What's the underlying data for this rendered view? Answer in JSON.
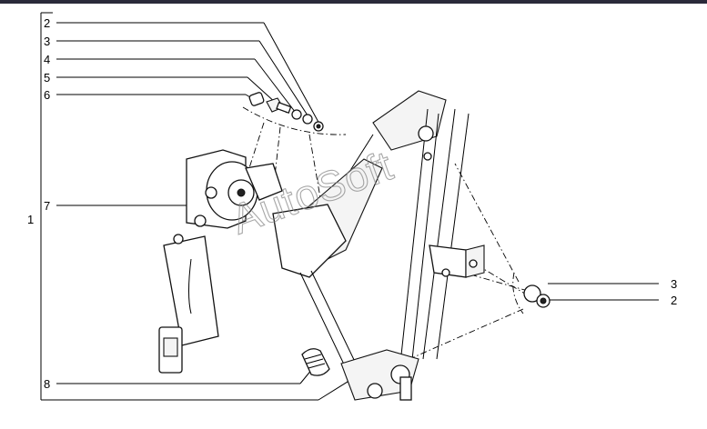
{
  "callouts": {
    "c2_top": "2",
    "c3_top": "3",
    "c4": "4",
    "c5": "5",
    "c6": "6",
    "c1": "1",
    "c7": "7",
    "c8": "8",
    "c3_right": "3",
    "c2_right": "2"
  },
  "watermark": "AutoSoft"
}
